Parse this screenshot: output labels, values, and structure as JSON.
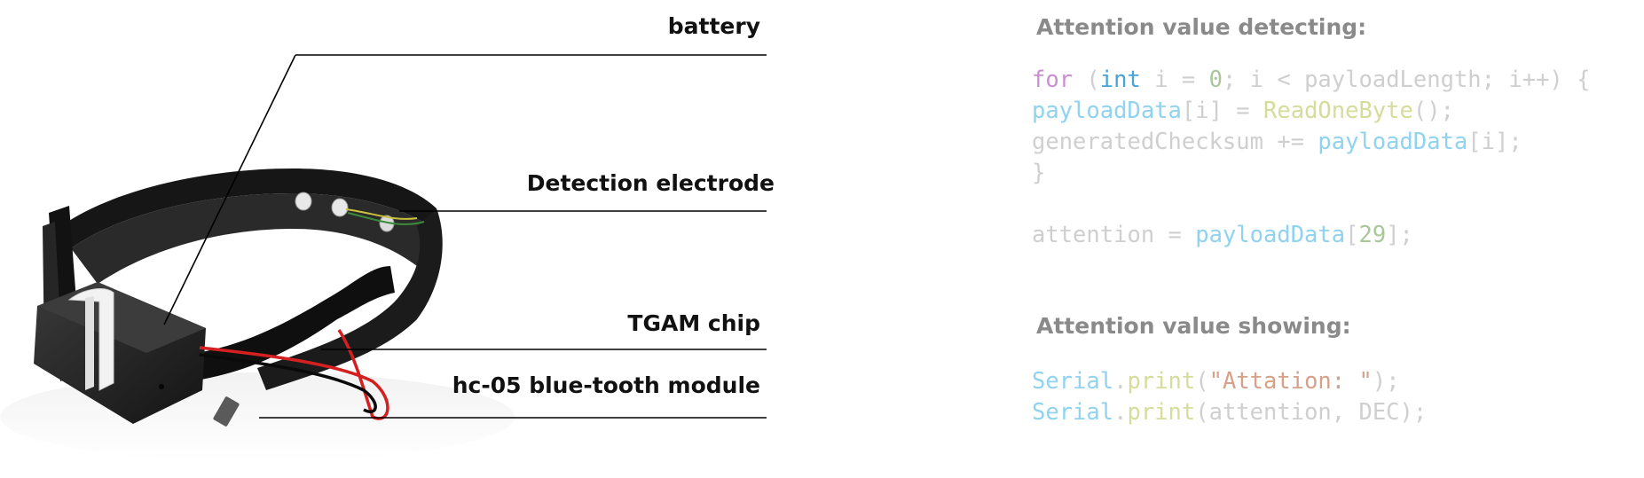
{
  "labels": {
    "battery": "battery",
    "detection_electrode": "Detection electrode",
    "tgam_chip": "TGAM chip",
    "bluetooth_module": "hc-05 blue-tooth module"
  },
  "code_sections": {
    "detecting": {
      "heading": "Attention value detecting:",
      "line1": {
        "kw": "for",
        "p1": " (",
        "type": "int",
        "p2": " i = ",
        "num": "0",
        "p3": "; i < payloadLength; i++) {"
      },
      "line2": {
        "var": "payloadData",
        "p1": "[i] = ",
        "fn": "ReadOneByte",
        "p2": "();"
      },
      "line3": {
        "p1": "generatedChecksum += ",
        "var": "payloadData",
        "p2": "[i];"
      },
      "line4": "}",
      "line5": {
        "p1": "attention = ",
        "var": "payloadData",
        "p2": "[",
        "num": "29",
        "p3": "];"
      }
    },
    "showing": {
      "heading": "Attention value showing:",
      "line1": {
        "obj": "Serial",
        "dot": ".",
        "fn": "print",
        "p1": "(",
        "str": "\"Attation: \"",
        "p2": ");"
      },
      "line2": {
        "obj": "Serial",
        "dot": ".",
        "fn": "print",
        "p1": "(attention, DEC);"
      }
    }
  },
  "colors": {
    "heading": "#8a8a8a",
    "code_default": "#cfcfcf",
    "keyword": "#c98fd0",
    "type": "#4aa3d8",
    "number": "#a9c79a",
    "variable": "#8fd3f0",
    "function": "#d6dc9a",
    "string": "#d7a088"
  }
}
